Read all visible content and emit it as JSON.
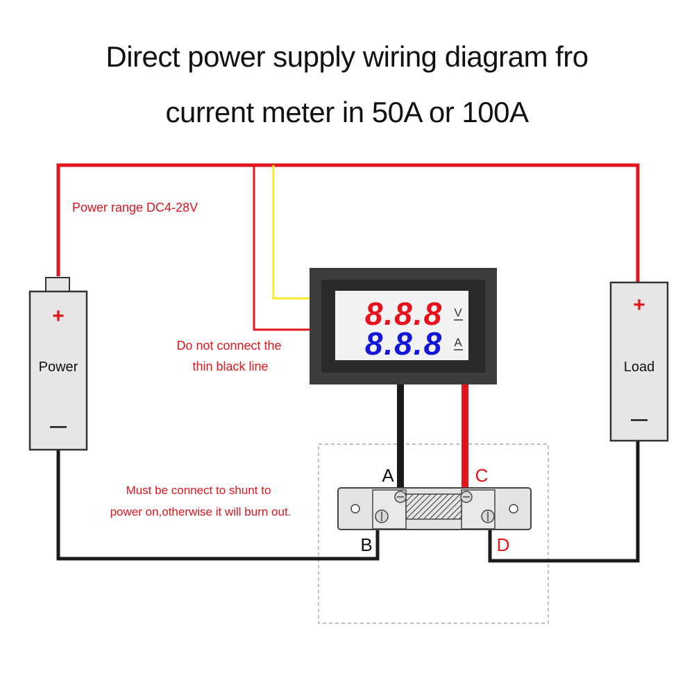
{
  "title": {
    "line1": "Direct power supply wiring diagram fro",
    "line2": "current meter in 50A or 100A"
  },
  "notes": {
    "power_range": "Power range DC4-28V",
    "thin_line_1": "Do not connect the",
    "thin_line_2": "thin black line",
    "shunt_1": "Must be connect to shunt to",
    "shunt_2": "power on,otherwise it will burn out."
  },
  "power": {
    "label": "Power",
    "plus": "+",
    "minus": "—"
  },
  "load": {
    "label": "Load",
    "plus": "+",
    "minus": "—"
  },
  "meter": {
    "volt_reading": "8.8.8",
    "amp_reading": "8.8.8",
    "volt_unit": "V",
    "amp_unit": "A",
    "volt_color": "#e8101c",
    "amp_color": "#1216d8"
  },
  "terminals": {
    "a": "A",
    "b": "B",
    "c": "C",
    "d": "D"
  },
  "colors": {
    "positive_wire": "#e3141c",
    "negative_wire": "#1a1a1a",
    "signal_wire": "#f2ec2a",
    "note_text": "#e3141c"
  }
}
